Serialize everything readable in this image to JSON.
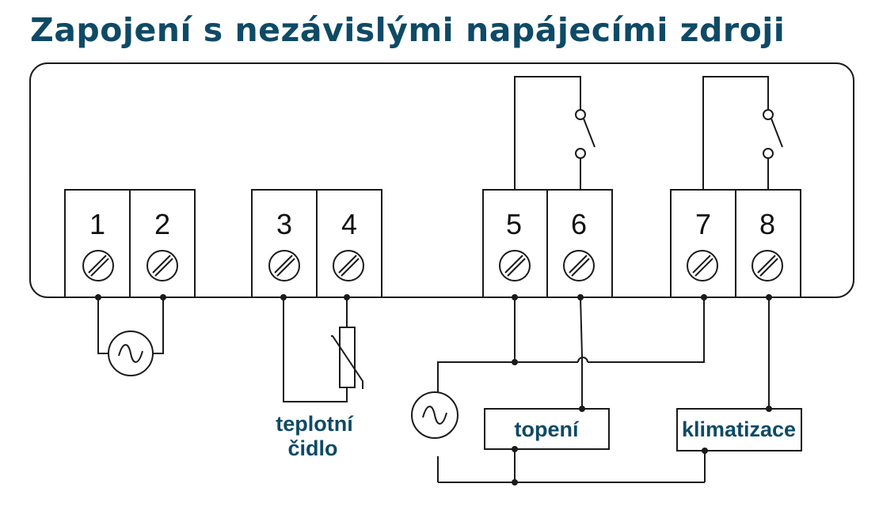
{
  "title": "Zapojení s nezávislými napájecími zdroji",
  "terminals": [
    "1",
    "2",
    "3",
    "4",
    "5",
    "6",
    "7",
    "8"
  ],
  "labels": {
    "sensor_line1": "teplotní",
    "sensor_line2": "čidlo",
    "heating": "topení",
    "cooling": "klimatizace"
  },
  "colors": {
    "label": "#0e4a66",
    "line": "#1a1a1a"
  },
  "icons": {
    "source": "ac-source-icon",
    "screw": "screw-terminal-icon",
    "thermistor": "thermistor-icon",
    "relay": "relay-contact-icon"
  }
}
